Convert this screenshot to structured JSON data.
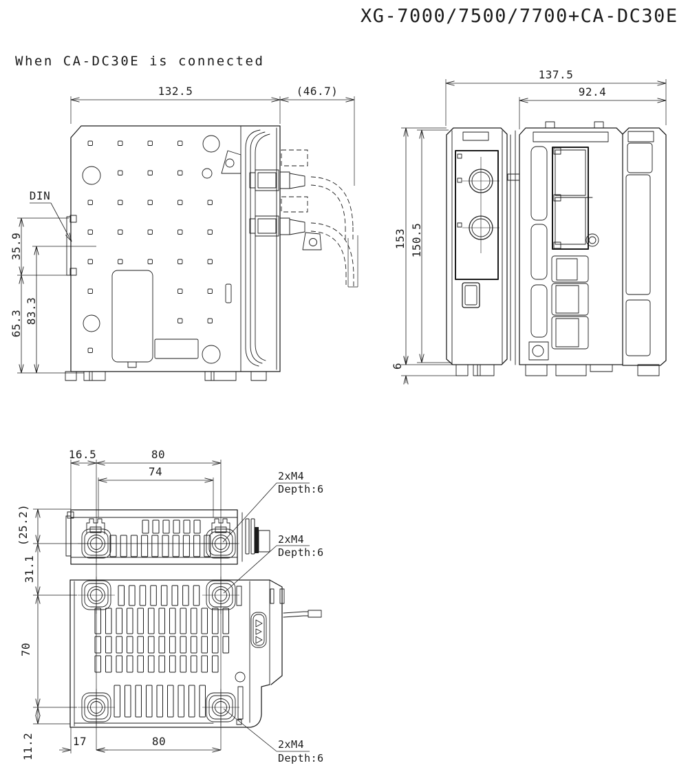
{
  "title": "XG-7000/7500/7700+CA-DC30E",
  "subtitle": "When CA-DC30E is connected",
  "colors": {
    "line": "#1a1a1a",
    "background": "#ffffff"
  },
  "side_view": {
    "din_label": "DIN",
    "dim_width": "132.5",
    "dim_cable_clearance": "(46.7)",
    "dim_din_top": "35.9",
    "dim_din_bottom": "83.3",
    "dim_lower": "65.3"
  },
  "front_view": {
    "dim_total_width": "137.5",
    "dim_controller_width": "92.4",
    "dim_total_height": "153",
    "dim_body_height": "150.5",
    "dim_foot_height": "6"
  },
  "bottom_view": {
    "dim_edge_to_hole": "16.5",
    "dim_hole_pitch_top": "80",
    "dim_clip_pitch": "74",
    "dim_unit_depth": "(25.2)",
    "dim_unit_gap": "31.1",
    "dim_hole_pitch_side": "70",
    "dim_hole_to_edge": "11.2",
    "dim_edge_to_hole_bottom": "17",
    "dim_hole_pitch_bottom": "80",
    "screw_note_line1": "2xM4",
    "screw_note_line2": "Depth:6"
  }
}
